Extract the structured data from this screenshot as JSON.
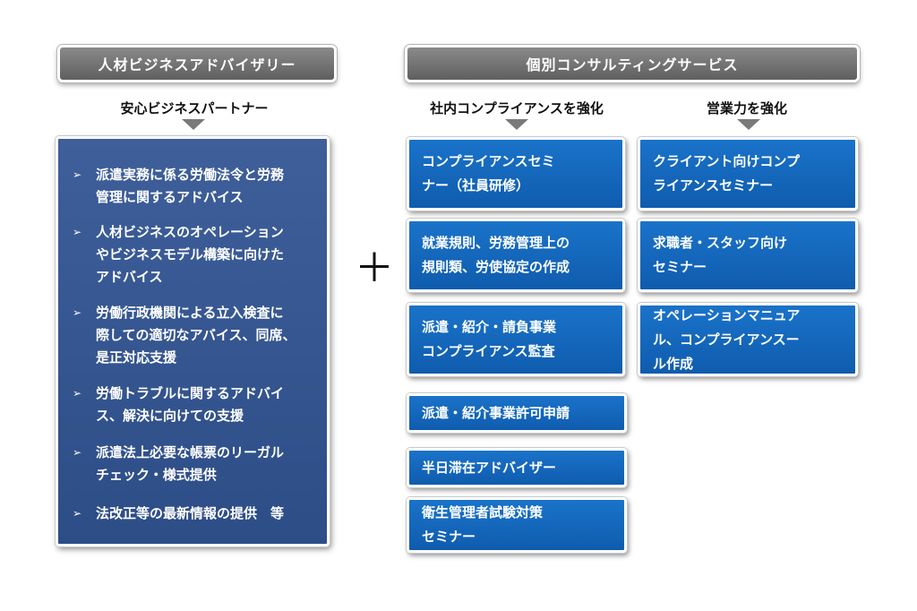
{
  "left": {
    "header": "人材ビジネスアドバイザリー",
    "subheading": "安心ビジネスパートナー",
    "bullet_char": "➢",
    "items": [
      {
        "line1": "派遣実務に係る労働法令と労務",
        "line2": "管理に関するアドバイス",
        "line3": ""
      },
      {
        "line1": "人材ビジネスのオペレーション",
        "line2": "やビジネスモデル構築に向けた",
        "line3": "アドバイス"
      },
      {
        "line1": "労働行政機関による立入検査に",
        "line2": "際しての適切なアバイス、同席、",
        "line3": "是正対応支援"
      },
      {
        "line1": "労働トラブルに関するアドバイ",
        "line2": "ス、解決に向けての支援",
        "line3": ""
      },
      {
        "line1": "派遣法上必要な帳票のリーガル",
        "line2": "チェック・様式提供",
        "line3": ""
      },
      {
        "line1": "法改正等の最新情報の提供　等",
        "line2": "",
        "line3": ""
      }
    ]
  },
  "plus": "＋",
  "right": {
    "header": "個別コンサルティングサービス",
    "compliance": {
      "subheading": "社内コンプライアンスを強化",
      "items": [
        {
          "line1": "コンプライアンスセミ",
          "line2": "ナー（社員研修）",
          "line3": ""
        },
        {
          "line1": "就業規則、労務管理上の",
          "line2": "規則類、労使協定の作成",
          "line3": ""
        },
        {
          "line1": "派遣・紹介・請負事業",
          "line2": "コンプライアンス監査",
          "line3": ""
        },
        {
          "line1": "派遣・紹介事業許可申請",
          "line2": "",
          "line3": ""
        },
        {
          "line1": "半日滞在アドバイザー",
          "line2": "",
          "line3": ""
        },
        {
          "line1": "衛生管理者試験対策",
          "line2": "セミナー",
          "line3": ""
        }
      ]
    },
    "sales": {
      "subheading": "営業力を強化",
      "items": [
        {
          "line1": "クライアント向けコンプ",
          "line2": "ライアンスセミナー",
          "line3": ""
        },
        {
          "line1": "求職者・スタッフ向け",
          "line2": "セミナー",
          "line3": ""
        },
        {
          "line1": "オペレーションマニュア",
          "line2": "ル、コンプライアンスー",
          "line3": "ル作成"
        }
      ]
    }
  }
}
